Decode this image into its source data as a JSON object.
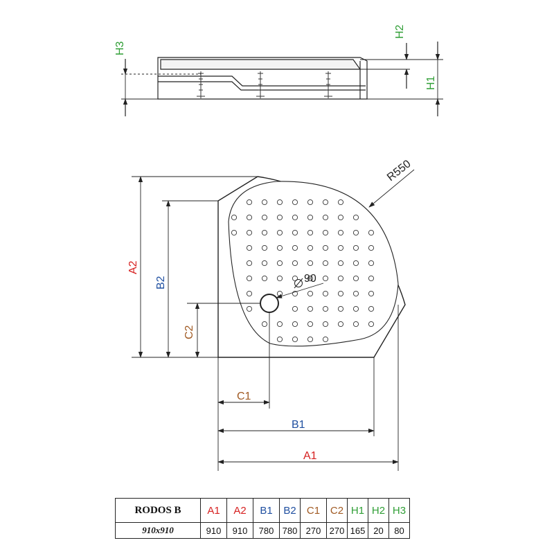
{
  "colors": {
    "red": "#d62020",
    "blue": "#1f4fa0",
    "brown": "#a05a23",
    "green": "#2f9e35",
    "line": "#222222"
  },
  "labels": {
    "A1": "A1",
    "A2": "A2",
    "B1": "B1",
    "B2": "B2",
    "C1": "C1",
    "C2": "C2",
    "H1": "H1",
    "H2": "H2",
    "H3": "H3",
    "radius": "R550",
    "drain": "90"
  },
  "table": {
    "model": "RODOS B",
    "size": "910x910",
    "headers": [
      "A1",
      "A2",
      "B1",
      "B2",
      "C1",
      "C2",
      "H1",
      "H2",
      "H3"
    ],
    "values": [
      "910",
      "910",
      "780",
      "780",
      "270",
      "270",
      "165",
      "20",
      "80"
    ]
  }
}
